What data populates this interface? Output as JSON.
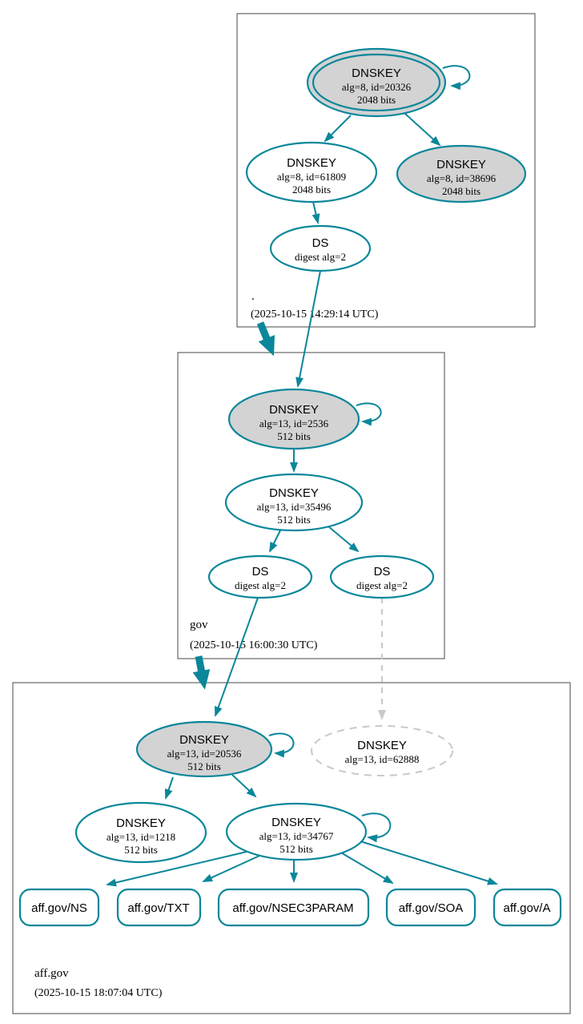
{
  "colors": {
    "secure": "#0a879a",
    "key_fill": "#d3d3d3",
    "insecure_gray": "#c9c9c9",
    "cluster_border": "#666666",
    "text": "#000000",
    "background": "#ffffff"
  },
  "zones": [
    {
      "label": ".",
      "timestamp": "(2025-10-15 14:29:14 UTC)"
    },
    {
      "label": "gov",
      "timestamp": "(2025-10-15 16:00:30 UTC)"
    },
    {
      "label": "aff.gov",
      "timestamp": "(2025-10-15 18:07:04 UTC)"
    }
  ],
  "nodes": {
    "root_ksk": {
      "title": "DNSKEY",
      "detail": "alg=8, id=20326",
      "size": "2048 bits"
    },
    "root_zsk": {
      "title": "DNSKEY",
      "detail": "alg=8, id=61809",
      "size": "2048 bits"
    },
    "root_ksk2": {
      "title": "DNSKEY",
      "detail": "alg=8, id=38696",
      "size": "2048 bits"
    },
    "root_ds": {
      "title": "DS",
      "detail": "digest alg=2"
    },
    "gov_ksk": {
      "title": "DNSKEY",
      "detail": "alg=13, id=2536",
      "size": "512 bits"
    },
    "gov_zsk": {
      "title": "DNSKEY",
      "detail": "alg=13, id=35496",
      "size": "512 bits"
    },
    "gov_ds_a": {
      "title": "DS",
      "detail": "digest alg=2"
    },
    "gov_ds_b": {
      "title": "DS",
      "detail": "digest alg=2"
    },
    "aff_ksk": {
      "title": "DNSKEY",
      "detail": "alg=13, id=20536",
      "size": "512 bits"
    },
    "aff_key_unknown": {
      "title": "DNSKEY",
      "detail": "alg=13, id=62888"
    },
    "aff_key_1218": {
      "title": "DNSKEY",
      "detail": "alg=13, id=1218",
      "size": "512 bits"
    },
    "aff_zsk": {
      "title": "DNSKEY",
      "detail": "alg=13, id=34767",
      "size": "512 bits"
    }
  },
  "rrsets": [
    {
      "label": "aff.gov/NS"
    },
    {
      "label": "aff.gov/TXT"
    },
    {
      "label": "aff.gov/NSEC3PARAM"
    },
    {
      "label": "aff.gov/SOA"
    },
    {
      "label": "aff.gov/A"
    }
  ]
}
